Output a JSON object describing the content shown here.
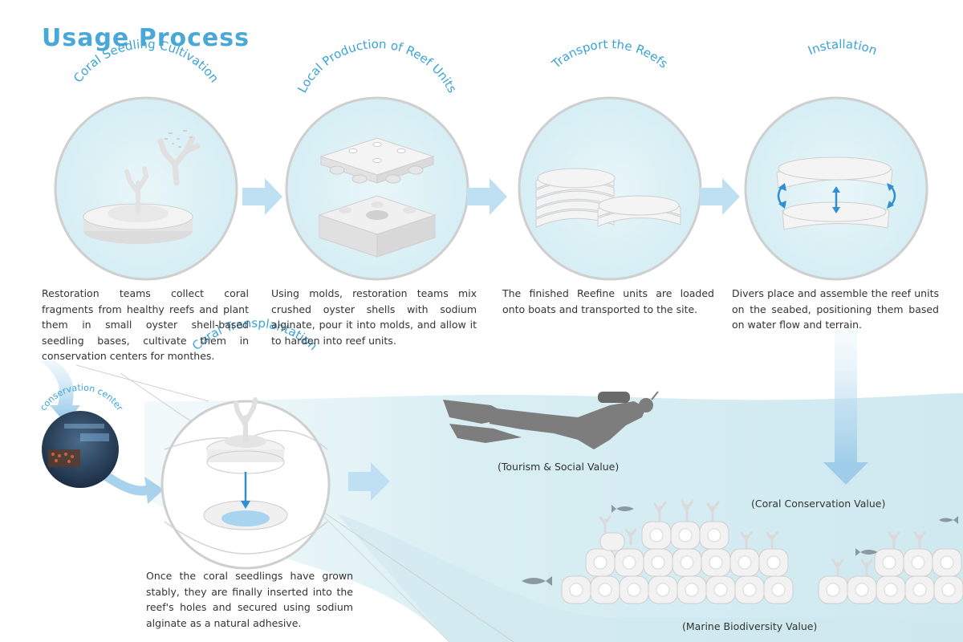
{
  "title": "Usage Process",
  "steps": [
    {
      "label": "Coral Seedling Cultivation",
      "description": "Restoration teams collect coral fragments from healthy reefs and plant them in small oyster shell-based seedling bases, cultivate them in conservation centers for monthes."
    },
    {
      "label": "Local Production of Reef Units",
      "description": "Using molds, restoration teams mix crushed oyster shells with sodium alginate, pour it into molds, and allow it to harden into reef units."
    },
    {
      "label": "Transport the Reefs",
      "description": "The finished Reefine units are loaded onto boats and transported to the site."
    },
    {
      "label": "Installation",
      "description": "Divers place and assemble the reef units on the seabed, positioning them based on water flow and terrain."
    }
  ],
  "transplant": {
    "label": "Coral Transplantation",
    "description": "Once the coral seedlings have grown stably, they are finally inserted into the reef's holes and secured using sodium alginate as a natural adhesive."
  },
  "conservation_center": {
    "label": "conservation center"
  },
  "values": {
    "tourism": "(Tourism & Social Value)",
    "coral": "(Coral Conservation Value)",
    "biodiversity": "(Marine Biodiversity Value)"
  },
  "colors": {
    "accent": "#3aa3d6",
    "water": "#dceff3",
    "arrow": "#bfe0f2",
    "reef": "#f2f2f2"
  }
}
